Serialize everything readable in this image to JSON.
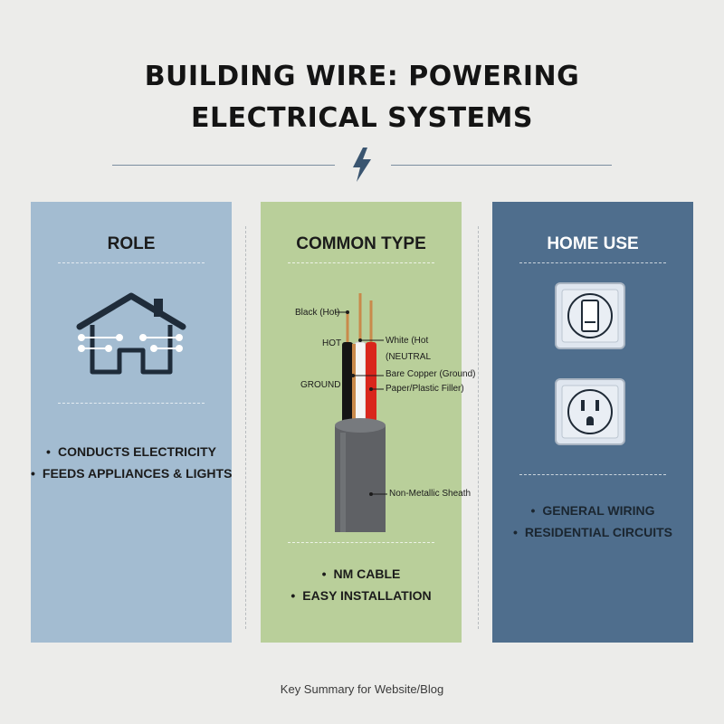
{
  "header": {
    "title_line1": "BUILDING WIRE: POWERING",
    "title_line2": "ELECTRICAL SYSTEMS",
    "icon": "lightning-bolt-icon"
  },
  "role": {
    "title": "ROLE",
    "icon": "house-circuit-icon",
    "bullets": [
      "CONDUCTS ELECTRICITY",
      "FEEDS APPLIANCES & LIGHTS"
    ]
  },
  "common_type": {
    "title": "COMMON TYPE",
    "icon": "nm-cable-icon",
    "labels": {
      "black_hot": "Black (Hot)",
      "hot": "HOT",
      "ground": "GROUND",
      "white_hot": "White (Hot",
      "neutral": "(NEUTRAL",
      "bare_copper": "Bare Copper (Ground)",
      "filler": "Paper/Plastic Filler)",
      "sheath": "Non-Metallic Sheath"
    },
    "bullets": [
      "NM CABLE",
      "EASY INSTALLATION"
    ]
  },
  "home_use": {
    "title": "HOME USE",
    "icons": [
      "light-switch-icon",
      "power-outlet-icon"
    ],
    "bullets": [
      "GENERAL WIRING",
      "RESIDENTIAL CIRCUITS"
    ]
  },
  "footer": {
    "text": "Key Summary for Website/Blog"
  },
  "colors": {
    "background": "#ececea",
    "role_panel": "#a3bcd1",
    "type_panel": "#b9cf9a",
    "home_panel": "#4f6e8d",
    "wire_red": "#d9261c",
    "copper": "#c98a4b"
  }
}
